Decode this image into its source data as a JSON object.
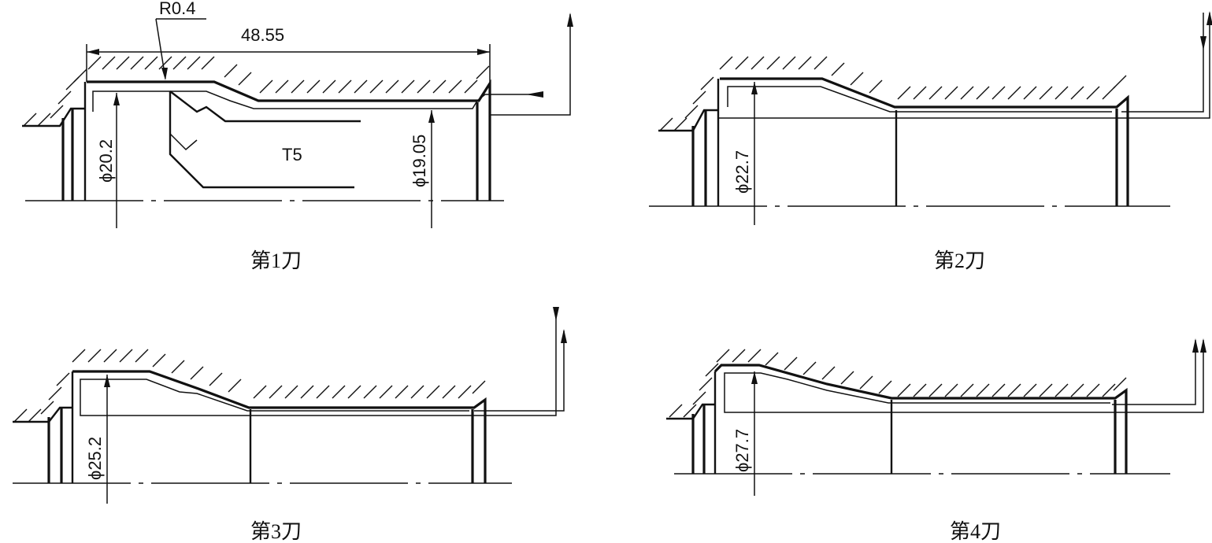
{
  "panels": [
    {
      "caption": "第1刀",
      "labels": {
        "radius": "R0.4",
        "length": "48.55",
        "tool": "T5",
        "dia_left": "ϕ20.2",
        "dia_right": "ϕ19.05"
      }
    },
    {
      "caption": "第2刀",
      "labels": {
        "dia_left": "ϕ22.7"
      }
    },
    {
      "caption": "第3刀",
      "labels": {
        "dia_left": "ϕ25.2"
      }
    },
    {
      "caption": "第4刀",
      "labels": {
        "dia_left": "ϕ27.7"
      }
    }
  ]
}
